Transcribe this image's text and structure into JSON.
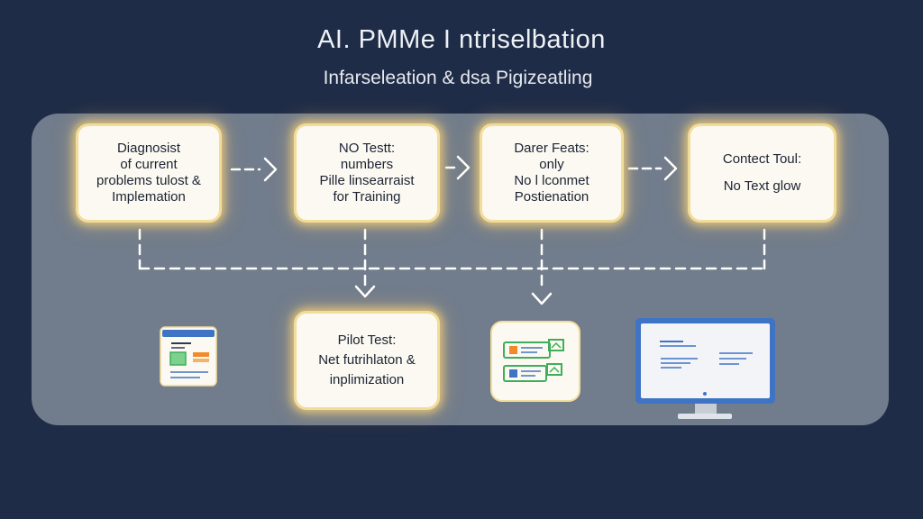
{
  "header": {
    "title": "AI. PMMe I ntriselbation",
    "subtitle": "Infarseleation & dsa Pigizeatling"
  },
  "steps": [
    {
      "lines": [
        "Diagnosist",
        "of current",
        "problems tulost &",
        "Implemation"
      ]
    },
    {
      "lines": [
        "NO Testt:",
        "numbers",
        "Pille linsearraist",
        "for Training"
      ]
    },
    {
      "lines": [
        "Darer Feats:",
        "only",
        "No l lconmet",
        "Postienation"
      ]
    },
    {
      "lines": [
        "Contect Toul:",
        "No Text glow"
      ]
    }
  ],
  "pilot": {
    "lines": [
      "Pilot Test:",
      "Net futrihlaton &",
      "inplimization"
    ]
  },
  "icons": [
    "dashboard-window-icon",
    "flowchart-icon",
    "desktop-monitor-icon"
  ],
  "colors": {
    "background": "#1f2c47",
    "panel": "#717c8c",
    "box_glow": "#f2dc9a",
    "connector": "#ffffff",
    "accent_blue": "#3f74c4",
    "accent_green": "#3fae5a",
    "accent_orange": "#f08a2a"
  }
}
